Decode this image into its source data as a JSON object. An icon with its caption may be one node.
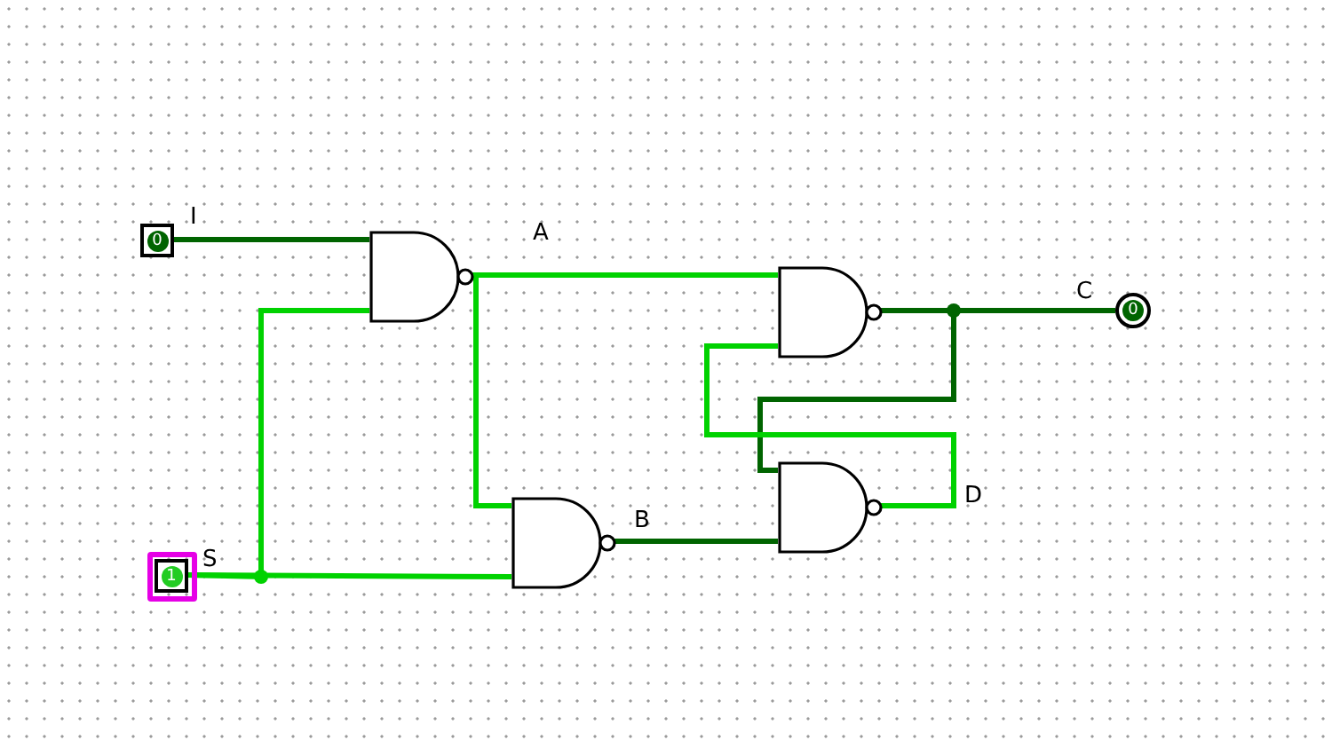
{
  "diagram": {
    "nodes": [
      {
        "text": [
          "0"
        ],
        "beside": [
          "I"
        ]
      },
      {
        "text": [],
        "shape": "gate"
      },
      {
        "text": [],
        "shape": "gate"
      },
      {
        "text": [
          "0"
        ],
        "beside": [
          "C"
        ]
      },
      {
        "text": [],
        "shape": "gate"
      },
      {
        "text": [],
        "shape": "gate"
      },
      {
        "text": [
          "1"
        ],
        "beside": [
          "S"
        ]
      }
    ],
    "edges": [
      {
        "from": 0,
        "to": 1,
        "arrow": "none",
        "color": "#006400"
      },
      {
        "from": 6,
        "to": 1,
        "arrow": "none"
      },
      {
        "from": 6,
        "to": 4,
        "arrow": "none"
      },
      {
        "from": 1,
        "to": 2,
        "arrow": "none",
        "label": "A"
      },
      {
        "from": 1,
        "to": 4,
        "arrow": "none"
      },
      {
        "from": 4,
        "to": 5,
        "arrow": "none",
        "label": "B",
        "color": "#006400"
      },
      {
        "from": 2,
        "to": 3,
        "arrow": "none",
        "color": "#006400"
      },
      {
        "from": 2,
        "to": 5,
        "arrow": "none",
        "color": "#006400"
      },
      {
        "from": 5,
        "to": 2,
        "arrow": "none",
        "label": "D"
      }
    ]
  }
}
